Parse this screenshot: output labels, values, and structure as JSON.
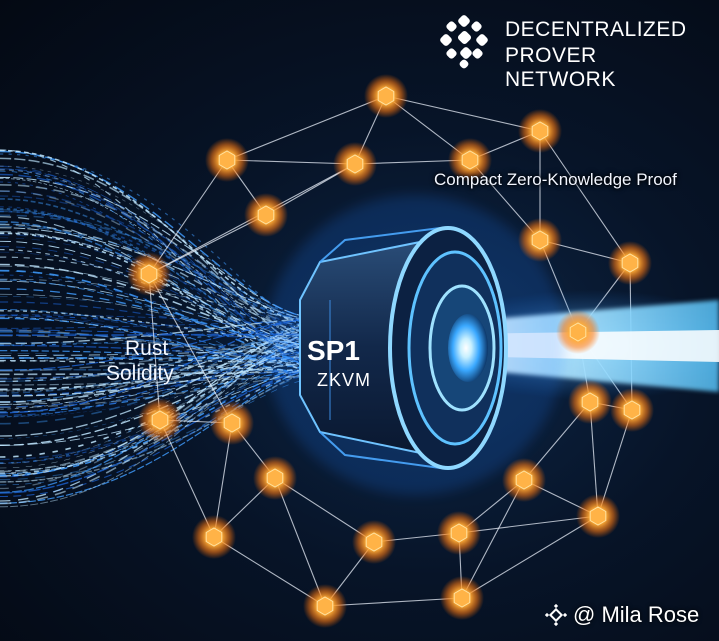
{
  "header": {
    "brand_line1": "DECENTRALIZED",
    "brand_line2": "PROVER NETWORK",
    "logo_icon": "flower-dot-cluster-icon"
  },
  "proof_label": "Compact Zero-Knowledge Proof",
  "input_languages": [
    "Rust",
    "Solidity"
  ],
  "engine": {
    "title": "SP1",
    "subtitle": "ZKVM"
  },
  "credit": {
    "icon": "binance-diamond-icon",
    "text": "@ Mila Rose"
  },
  "colors": {
    "background": "#050a18",
    "node_orange": "#ff9a2a",
    "beam_blue": "#7fd4ff",
    "text": "#ffffff"
  }
}
